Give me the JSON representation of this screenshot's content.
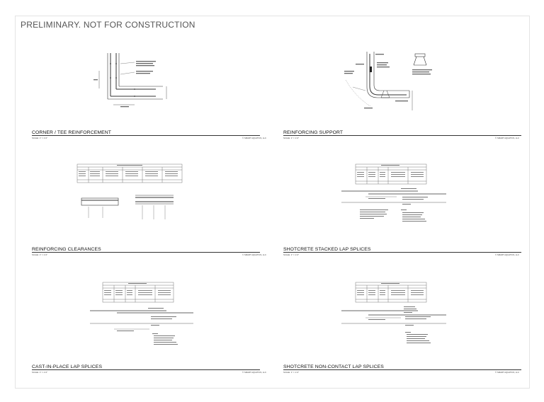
{
  "sheet": {
    "banner": "PRELIMINARY. NOT FOR CONSTRUCTION"
  },
  "panels": [
    {
      "title": "CORNER / TEE REINFORCEMENT",
      "scale": "SCALE: 1\" = 1'-0\"",
      "copyright": "© SMART AQUATICS, LLC"
    },
    {
      "title": "REINFORCING SUPPORT",
      "scale": "SCALE: 1\" = 1'-0\"",
      "copyright": "© SMART AQUATICS, LLC"
    },
    {
      "title": "REINFORCING CLEARANCES",
      "scale": "SCALE: 1\" = 1'-0\"",
      "copyright": "© SMART AQUATICS, LLC"
    },
    {
      "title": "SHOTCRETE STACKED LAP SPLICES",
      "scale": "SCALE: 1\" = 1'-0\"",
      "copyright": "© SMART AQUATICS, LLC"
    },
    {
      "title": "CAST-IN-PLACE LAP SPLICES",
      "scale": "SCALE: 1\" = 1'-0\"",
      "copyright": "© SMART AQUATICS, LLC"
    },
    {
      "title": "SHOTCRETE NON-CONTACT LAP SPLICES",
      "scale": "SCALE: 1\" = 1'-0\"",
      "copyright": "© SMART AQUATICS, LLC"
    }
  ]
}
